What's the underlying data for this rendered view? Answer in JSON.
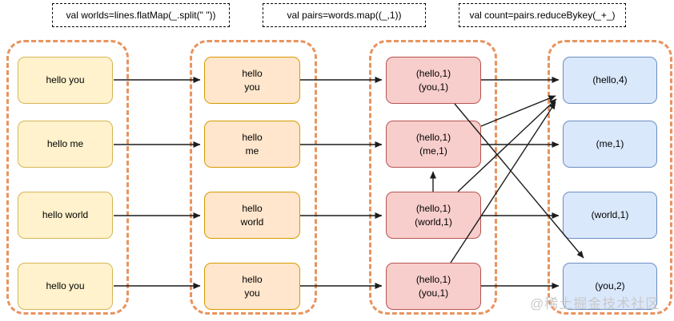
{
  "labels": [
    "val worlds=lines.flatMap(_.split(\" \"))",
    "val pairs=words.map((_,1))",
    "val count=pairs.reduceBykey(_+_)"
  ],
  "columns": [
    {
      "boxes": [
        "hello you",
        "hello me",
        "hello world",
        "hello you"
      ]
    },
    {
      "boxes": [
        "hello\nyou",
        "hello\nme",
        "hello\nworld",
        "hello\nyou"
      ]
    },
    {
      "boxes": [
        "(hello,1)\n(you,1)",
        "(hello,1)\n(me,1)",
        "(hello,1)\n(world,1)",
        "(hello,1)\n(you,1)"
      ]
    },
    {
      "boxes": [
        "(hello,4)",
        "(me,1)",
        "(world,1)",
        "(you,2)"
      ]
    }
  ],
  "watermark": "@稀土掘金技术社区",
  "colors": {
    "lines_fill": "#fff2cc",
    "lines_border": "#d6b656",
    "words_fill": "#ffe6cc",
    "words_border": "#d79b00",
    "pairs_fill": "#f8cecc",
    "pairs_border": "#b85450",
    "counts_fill": "#dae8fc",
    "counts_border": "#6c8ebf",
    "group_dash": "#e8945f",
    "arrow": "#1c1c1c",
    "watermark": "#c9c9c9"
  }
}
